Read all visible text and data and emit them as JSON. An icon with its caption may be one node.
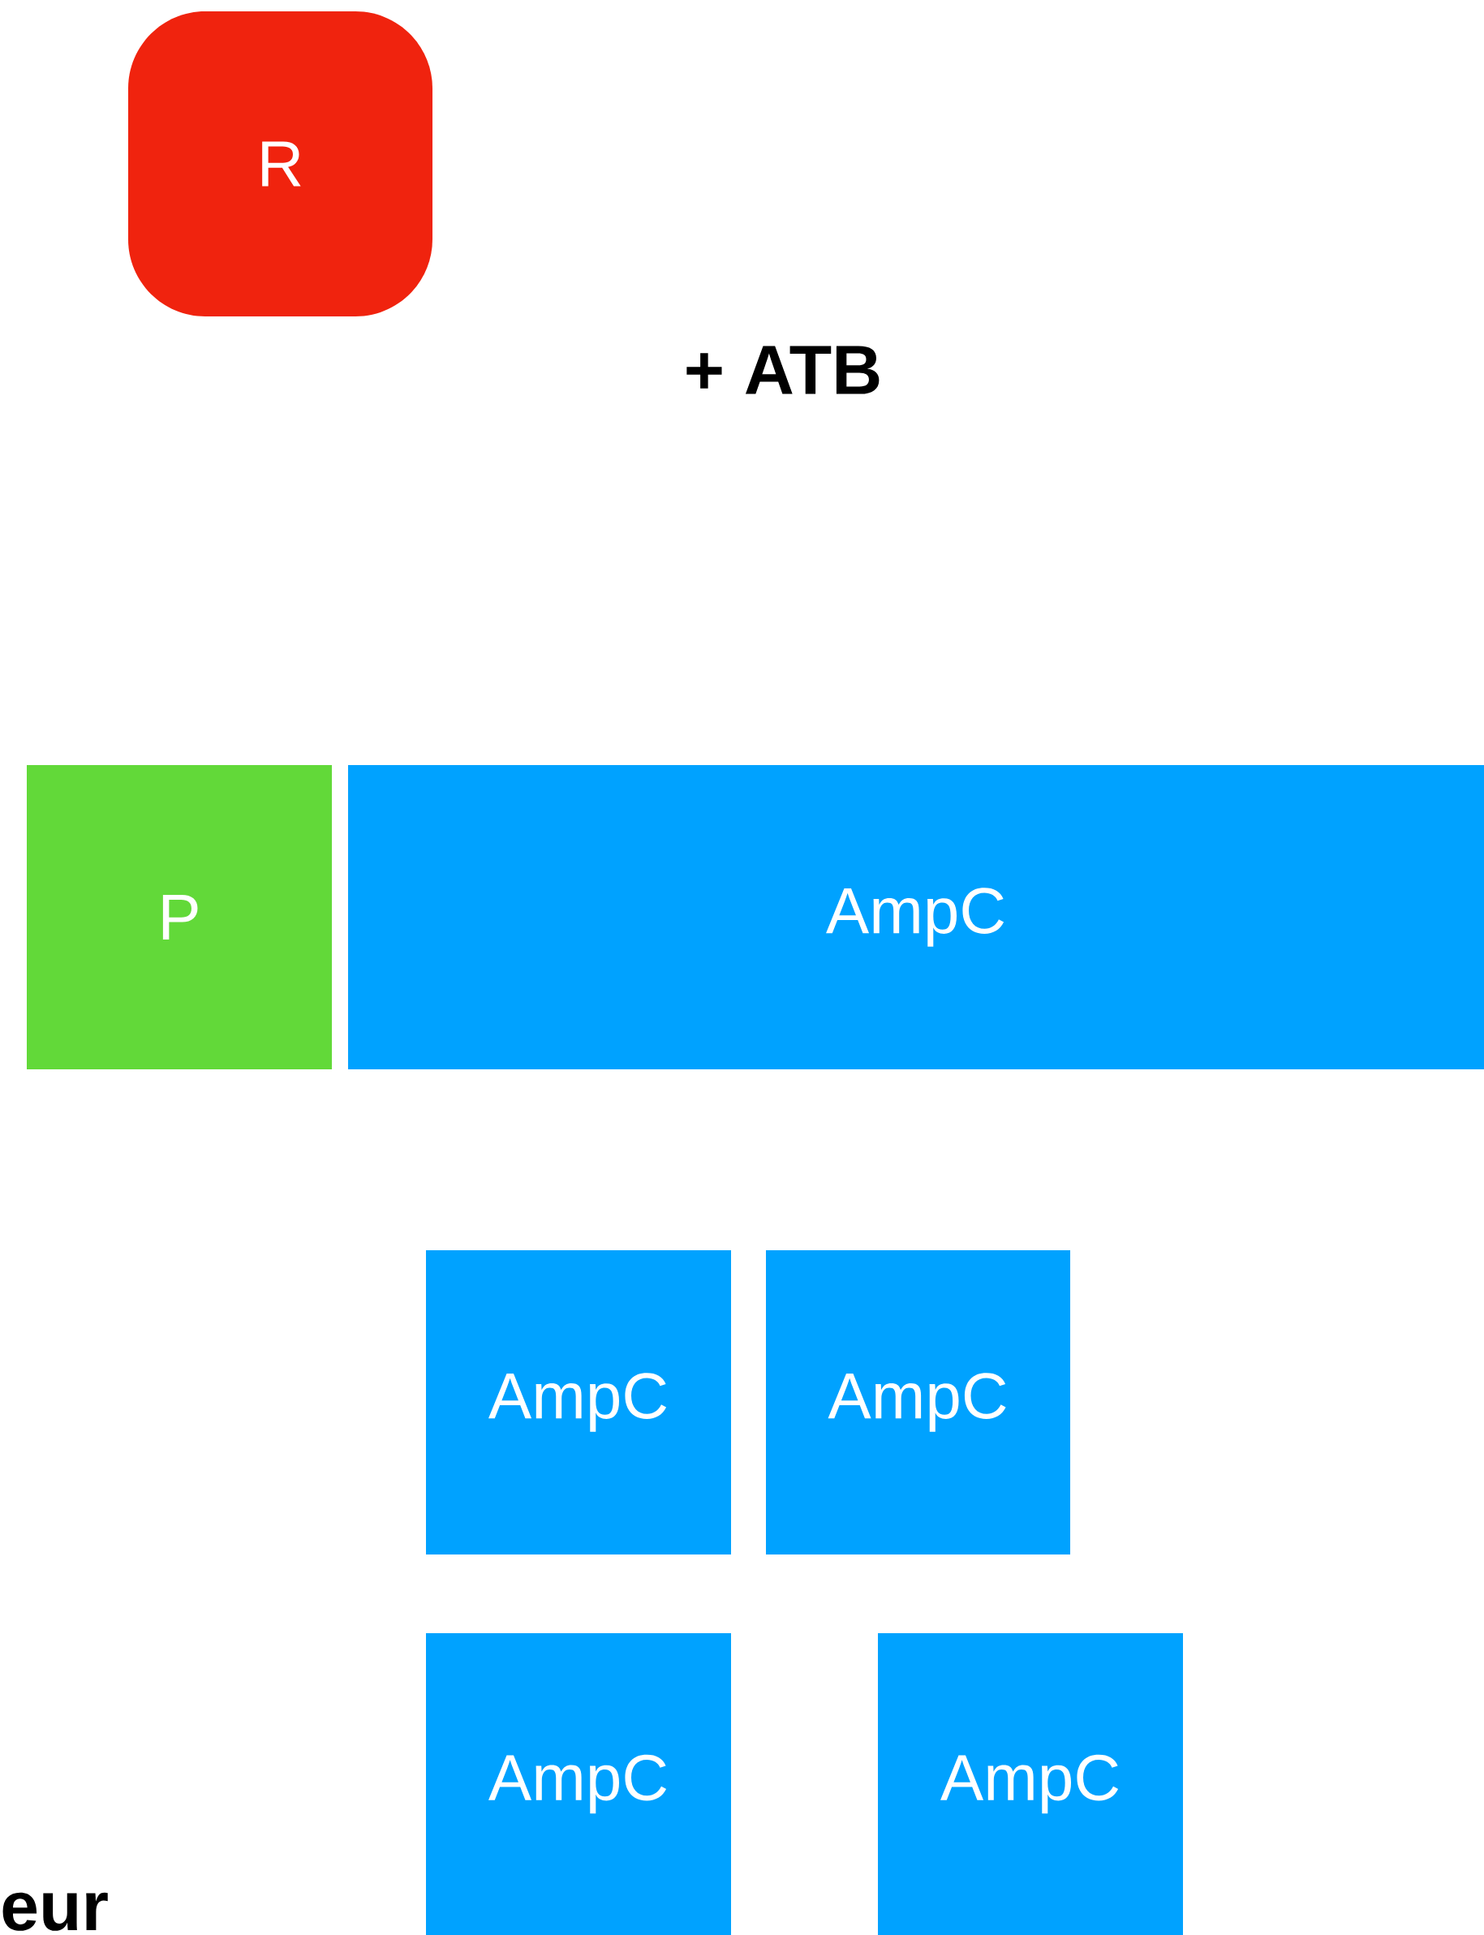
{
  "diagram": {
    "nodes": [
      {
        "text": [
          "R"
        ]
      },
      {
        "text": [
          "P"
        ]
      },
      {
        "text": [
          "AmpC"
        ]
      },
      {
        "text": [
          "AmpC"
        ]
      },
      {
        "text": [
          "AmpC"
        ]
      },
      {
        "text": [
          "AmpC"
        ]
      },
      {
        "text": [
          "AmpC"
        ]
      }
    ],
    "labels": [
      "+ ATB",
      "eur"
    ]
  }
}
